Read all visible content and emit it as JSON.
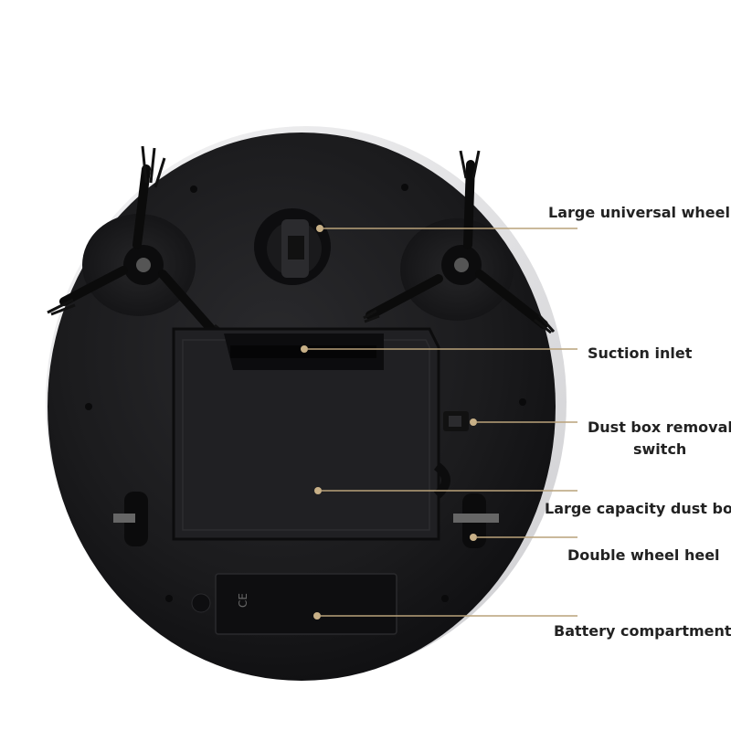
{
  "image": {
    "subject": "robot vacuum underside",
    "colors": {
      "body": "#1b1b1d",
      "rim": "#e9e9ea",
      "leader_line": "#b9a27a",
      "dot": "#c8b087",
      "label_text": "#222222",
      "background": "#ffffff"
    }
  },
  "callouts": [
    {
      "id": "universal-wheel",
      "label": "Large universal wheel"
    },
    {
      "id": "suction-inlet",
      "label": "Suction inlet"
    },
    {
      "id": "dust-box-switch",
      "label_line1": "Dust box removal",
      "label_line2": "switch"
    },
    {
      "id": "dust-box",
      "label": "Large capacity dust box"
    },
    {
      "id": "double-wheel",
      "label": "Double wheel heel"
    },
    {
      "id": "battery",
      "label": "Battery compartment"
    }
  ],
  "battery_marks": {
    "ce": "CE"
  }
}
